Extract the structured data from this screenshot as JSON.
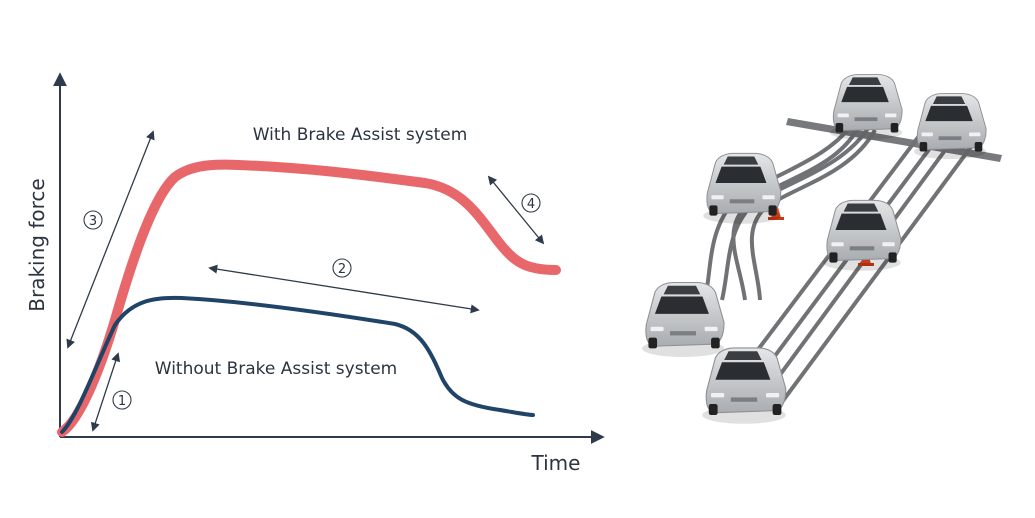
{
  "graph": {
    "y_axis_label": "Braking force",
    "x_axis_label": "Time",
    "with_label": "With Brake Assist system",
    "without_label": "Without Brake Assist system",
    "markers": [
      "1",
      "2",
      "3",
      "4"
    ],
    "colors": {
      "with_curve": "#e8676a",
      "without_curve": "#1f4468",
      "axis": "#2f3b4a"
    }
  },
  "scene": {
    "colors": {
      "car_body": "#c9cbce",
      "road": "#6d6f72",
      "cone": "#e2461f"
    }
  }
}
